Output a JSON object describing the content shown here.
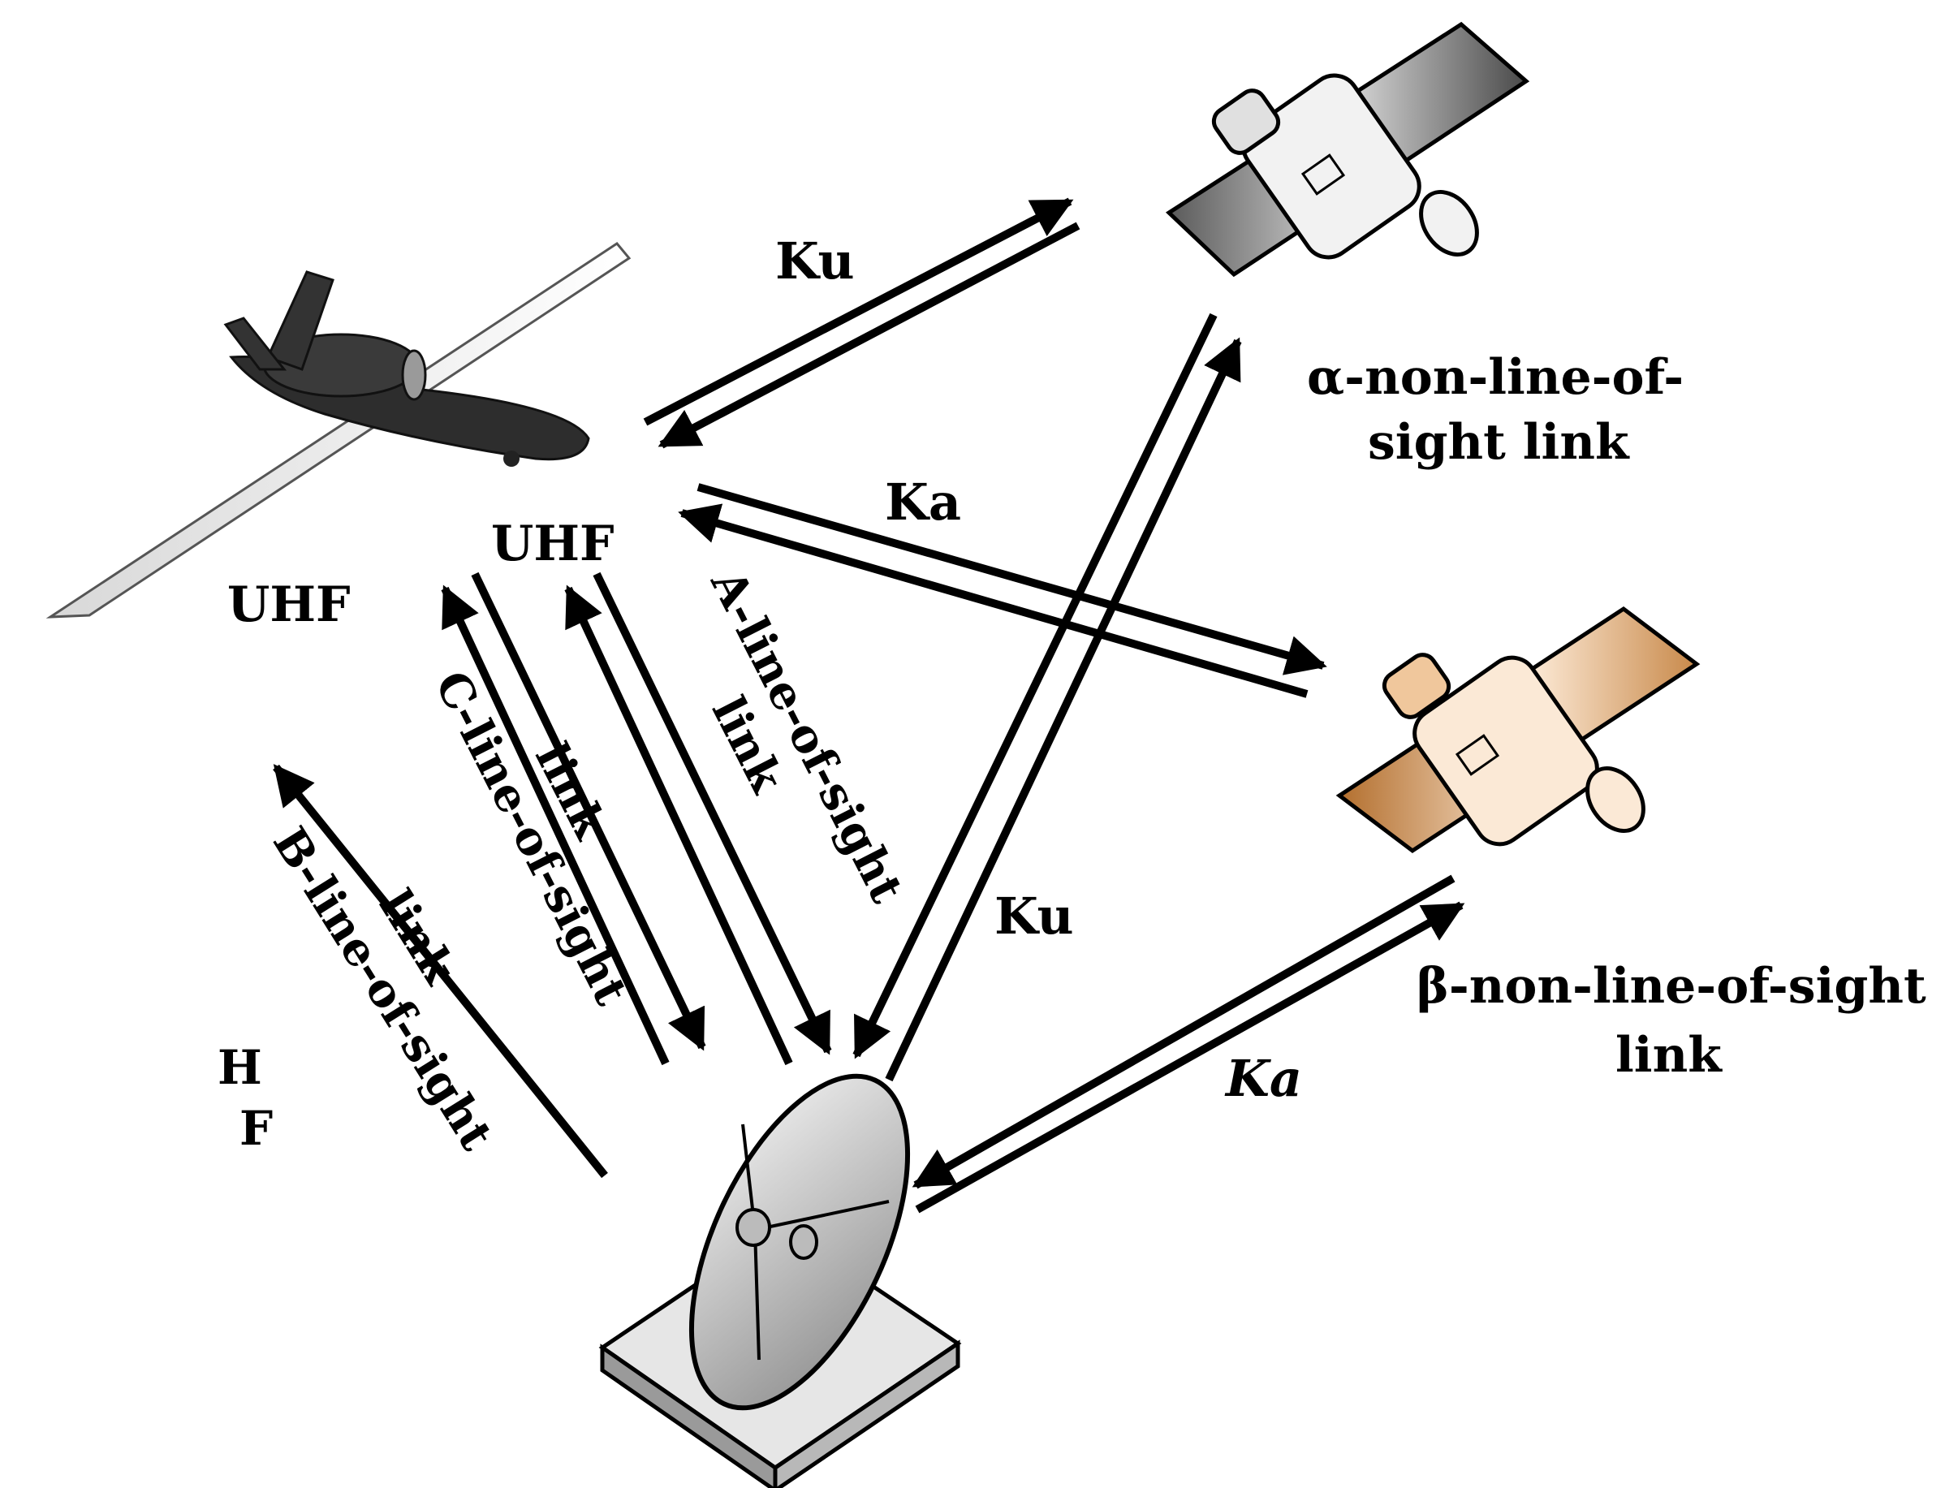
{
  "labels": {
    "ku_top": "Ku",
    "ka_mid": "Ka",
    "ku_right": "Ku",
    "ka_bottom": "Ka",
    "uhf_left": "UHF",
    "uhf_right": "UHF",
    "alpha_line1": "α-non-line-of-",
    "alpha_line2": "sight link",
    "beta_line1": "β-non-line-of-sight",
    "beta_line2": "link",
    "a_los_line1": "A-line-of-sight",
    "a_los_line2": "link",
    "c_los_line1": "C-line-of-sight",
    "c_los_line2": "link",
    "b_los_line1": "B-line-of-sight",
    "b_los_line2": "link",
    "hf_h": "H",
    "hf_f": "F"
  },
  "colors": {
    "ink": "#000000",
    "satellite_alpha": "#8a8a8a",
    "satellite_beta": "#c8894a",
    "ground_station": "#cfcfcf",
    "uav": "#2b2b2b"
  },
  "icons": {
    "uav": "uav-drone-icon",
    "satellite_alpha": "satellite-icon",
    "satellite_beta": "satellite-icon",
    "ground_station": "satellite-dish-icon"
  }
}
